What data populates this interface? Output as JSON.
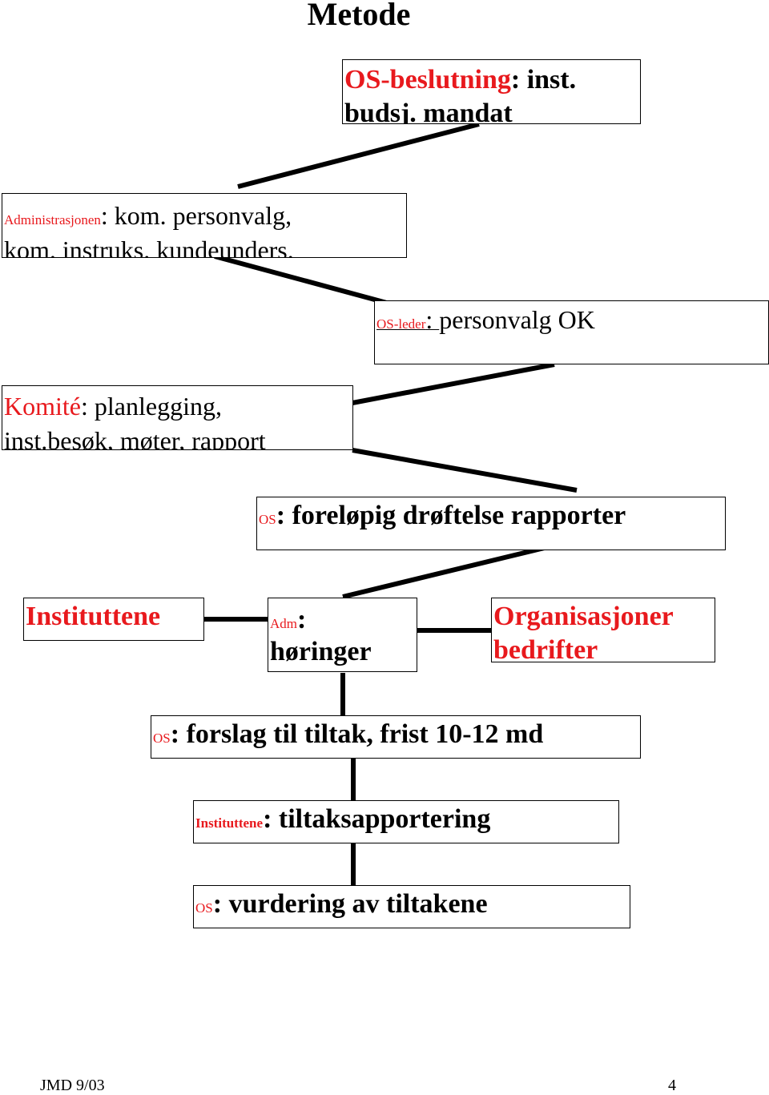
{
  "title": "Metode",
  "nodes": {
    "os_beslutning": {
      "head": "OS-beslutning",
      "sep": ": ",
      "text": "inst.",
      "line2": "budsj. mandat"
    },
    "administrasjonen": {
      "head": "Administrasjonen",
      "sep": ": ",
      "text": "kom. personvalg,",
      "line2": "kom. instruks. kundeunders."
    },
    "os_leder": {
      "head": "OS-leder",
      "sep": ": ",
      "text": "personvalg OK"
    },
    "komite": {
      "head": "Komité",
      "sep": ":  ",
      "text": "planlegging,",
      "line2": "inst.besøk, møter, rapport"
    },
    "os_droftelse": {
      "head": "OS",
      "sep": ":  ",
      "text": "foreløpig drøftelse rapporter"
    },
    "instituttene": {
      "head": "Instituttene"
    },
    "adm_horinger": {
      "head": "Adm",
      "sep": ":",
      "line2": "høringer"
    },
    "organisasjoner": {
      "head": "Organisasjoner",
      "line2": "bedrifter"
    },
    "os_forslag": {
      "head": "OS",
      "sep": ":  ",
      "text": "forslag til tiltak, frist 10-12 md"
    },
    "inst_rapportering": {
      "head": "Instituttene",
      "sep": ": ",
      "text": "tiltaksapportering"
    },
    "os_vurdering": {
      "head": "OS",
      "sep": ": ",
      "text": "vurdering av tiltakene"
    }
  },
  "footer": {
    "left": "JMD 9/03",
    "right": "4"
  },
  "colors": {
    "accent": "#e8191d",
    "text": "#000000",
    "line": "#000000"
  }
}
